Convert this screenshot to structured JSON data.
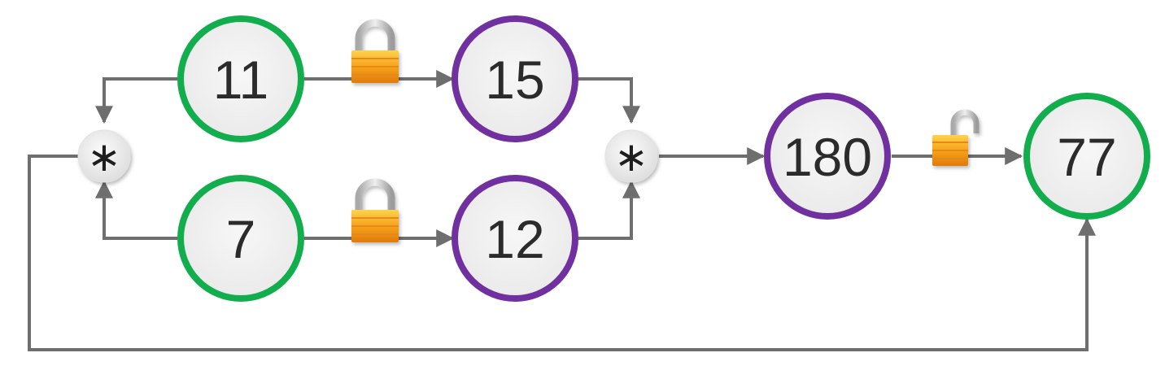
{
  "colors": {
    "public_node_border": "#12ad4c",
    "secret_node_border": "#7030a0",
    "node_fill": "#f3f3f3",
    "edge": "#6e6e6e",
    "lock_body": "#f39a1e",
    "lock_shackle": "#c9c9c9"
  },
  "nodes": {
    "n11": {
      "label": "11",
      "kind": "public"
    },
    "n7": {
      "label": "7",
      "kind": "public"
    },
    "n15": {
      "label": "15",
      "kind": "secret"
    },
    "n12": {
      "label": "12",
      "kind": "secret"
    },
    "n180": {
      "label": "180",
      "kind": "secret"
    },
    "n77": {
      "label": "77",
      "kind": "public"
    }
  },
  "operators": {
    "op_left": {
      "symbol": "∗"
    },
    "op_right": {
      "symbol": "∗"
    }
  },
  "edges": [
    {
      "from": "n11",
      "to": "op_left"
    },
    {
      "from": "n7",
      "to": "op_left"
    },
    {
      "from": "n11",
      "to": "n15",
      "lock": "locked-icon"
    },
    {
      "from": "n7",
      "to": "n12",
      "lock": "locked-icon"
    },
    {
      "from": "n15",
      "to": "op_right"
    },
    {
      "from": "n12",
      "to": "op_right"
    },
    {
      "from": "op_right",
      "to": "n180"
    },
    {
      "from": "n180",
      "to": "n77",
      "lock": "unlocked-icon"
    },
    {
      "from": "op_left",
      "to": "n77"
    }
  ]
}
